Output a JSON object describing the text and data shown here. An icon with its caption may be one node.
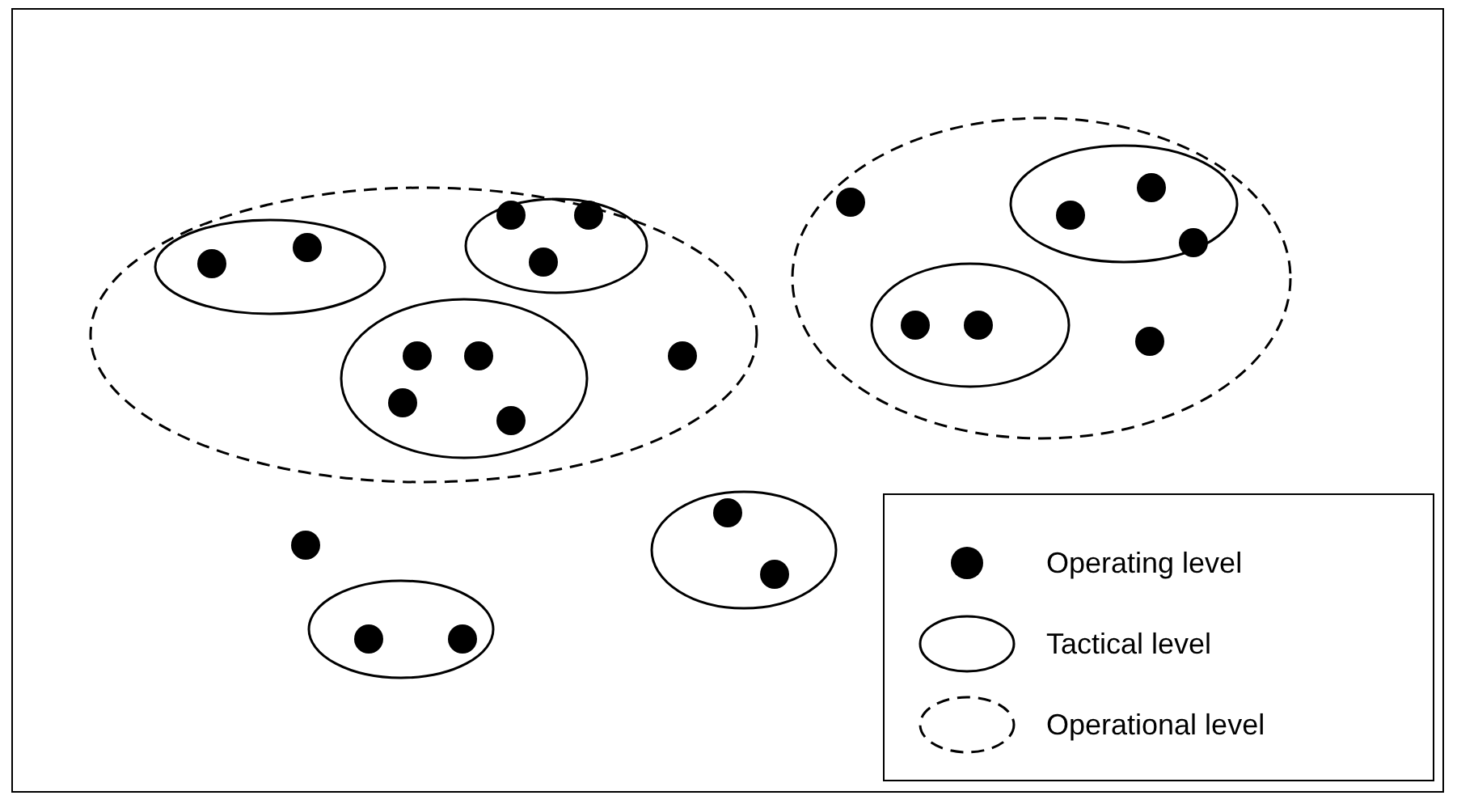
{
  "diagram": {
    "nodes": [
      {
        "text": [],
        "shape": "ellipse"
      },
      {
        "text": [],
        "shape": "ellipse",
        "in": 0
      },
      {
        "text": [],
        "shape": "circle",
        "in": 1
      },
      {
        "text": [],
        "shape": "circle",
        "in": 1
      },
      {
        "text": [],
        "shape": "ellipse",
        "in": 0
      },
      {
        "text": [],
        "shape": "circle",
        "in": 4
      },
      {
        "text": [],
        "shape": "circle",
        "in": 4
      },
      {
        "text": [],
        "shape": "circle",
        "in": 4
      },
      {
        "text": [],
        "shape": "ellipse",
        "in": 0
      },
      {
        "text": [],
        "shape": "circle",
        "in": 8
      },
      {
        "text": [],
        "shape": "circle",
        "in": 8
      },
      {
        "text": [],
        "shape": "circle",
        "in": 8
      },
      {
        "text": [],
        "shape": "circle",
        "in": 8
      },
      {
        "text": [],
        "shape": "circle",
        "in": 0
      },
      {
        "text": [],
        "shape": "ellipse"
      },
      {
        "text": [],
        "shape": "circle",
        "in": 14
      },
      {
        "text": [],
        "shape": "ellipse",
        "in": 14
      },
      {
        "text": [],
        "shape": "circle",
        "in": 16
      },
      {
        "text": [],
        "shape": "circle",
        "in": 16
      },
      {
        "text": [],
        "shape": "circle",
        "in": 16
      },
      {
        "text": [],
        "shape": "ellipse",
        "in": 14
      },
      {
        "text": [],
        "shape": "circle",
        "in": 20
      },
      {
        "text": [],
        "shape": "circle",
        "in": 20
      },
      {
        "text": [],
        "shape": "circle",
        "in": 14
      },
      {
        "text": [],
        "shape": "circle"
      },
      {
        "text": [],
        "shape": "ellipse"
      },
      {
        "text": [],
        "shape": "circle",
        "in": 25
      },
      {
        "text": [],
        "shape": "circle",
        "in": 25
      },
      {
        "text": [],
        "shape": "ellipse"
      },
      {
        "text": [],
        "shape": "circle",
        "in": 28
      },
      {
        "text": [],
        "shape": "circle",
        "in": 28
      }
    ],
    "legend": [
      {
        "text": "Operating level"
      },
      {
        "text": "Tactical level"
      },
      {
        "text": "Operational level"
      }
    ]
  }
}
